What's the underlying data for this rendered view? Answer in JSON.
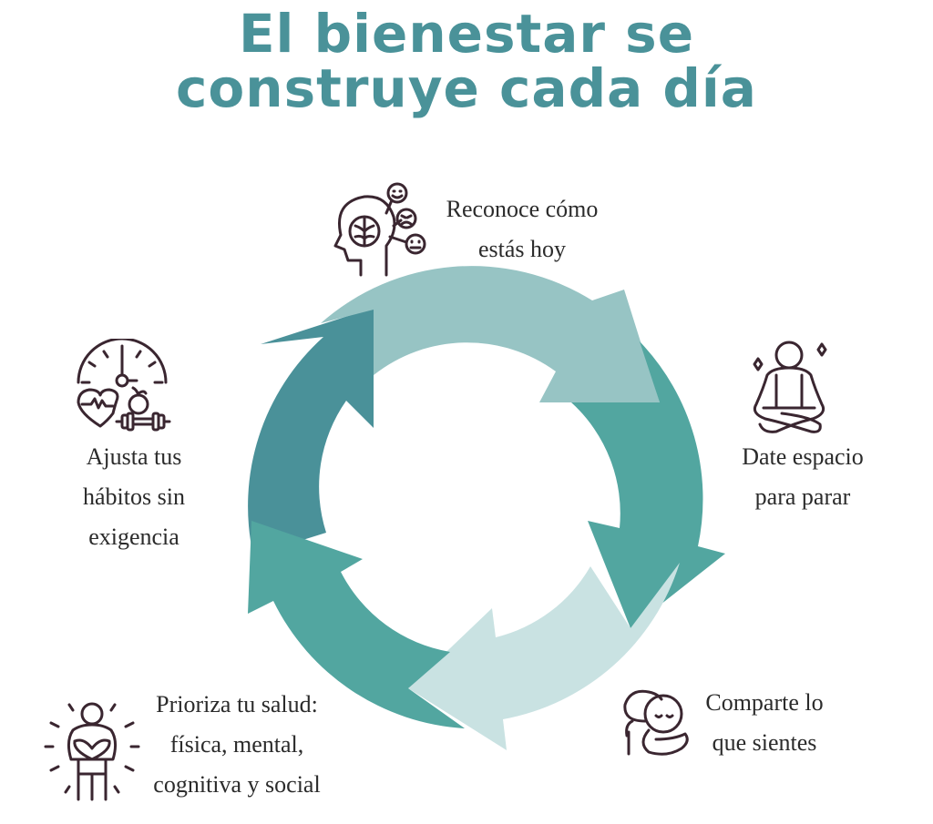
{
  "title": {
    "line1": "El bienestar se",
    "line2": "construye cada día"
  },
  "colors": {
    "title": "#4A9299",
    "arrow_top": "#97C4C4",
    "arrow_right": "#52A6A0",
    "arrow_bottom": "#C9E2E2",
    "arrow_bottom_left": "#52A6A0",
    "arrow_left": "#4A9199",
    "icon_stroke": "#3A2630",
    "text": "#2B2B2B"
  },
  "steps": [
    {
      "id": "reconoce",
      "icon": "head-brain-emotions-icon",
      "lines": [
        "Reconoce cómo",
        "estás hoy"
      ]
    },
    {
      "id": "date-espacio",
      "icon": "meditation-icon",
      "lines": [
        "Date espacio",
        "para parar"
      ]
    },
    {
      "id": "comparte",
      "icon": "self-hug-icon",
      "lines": [
        "Comparte lo",
        "que sientes"
      ]
    },
    {
      "id": "prioriza",
      "icon": "self-love-person-icon",
      "lines": [
        "Prioriza tu salud:",
        "física, mental,",
        "cognitiva y social"
      ]
    },
    {
      "id": "ajusta",
      "icon": "healthy-habits-icon",
      "lines": [
        "Ajusta tus",
        "hábitos sin",
        "exigencia"
      ]
    }
  ]
}
